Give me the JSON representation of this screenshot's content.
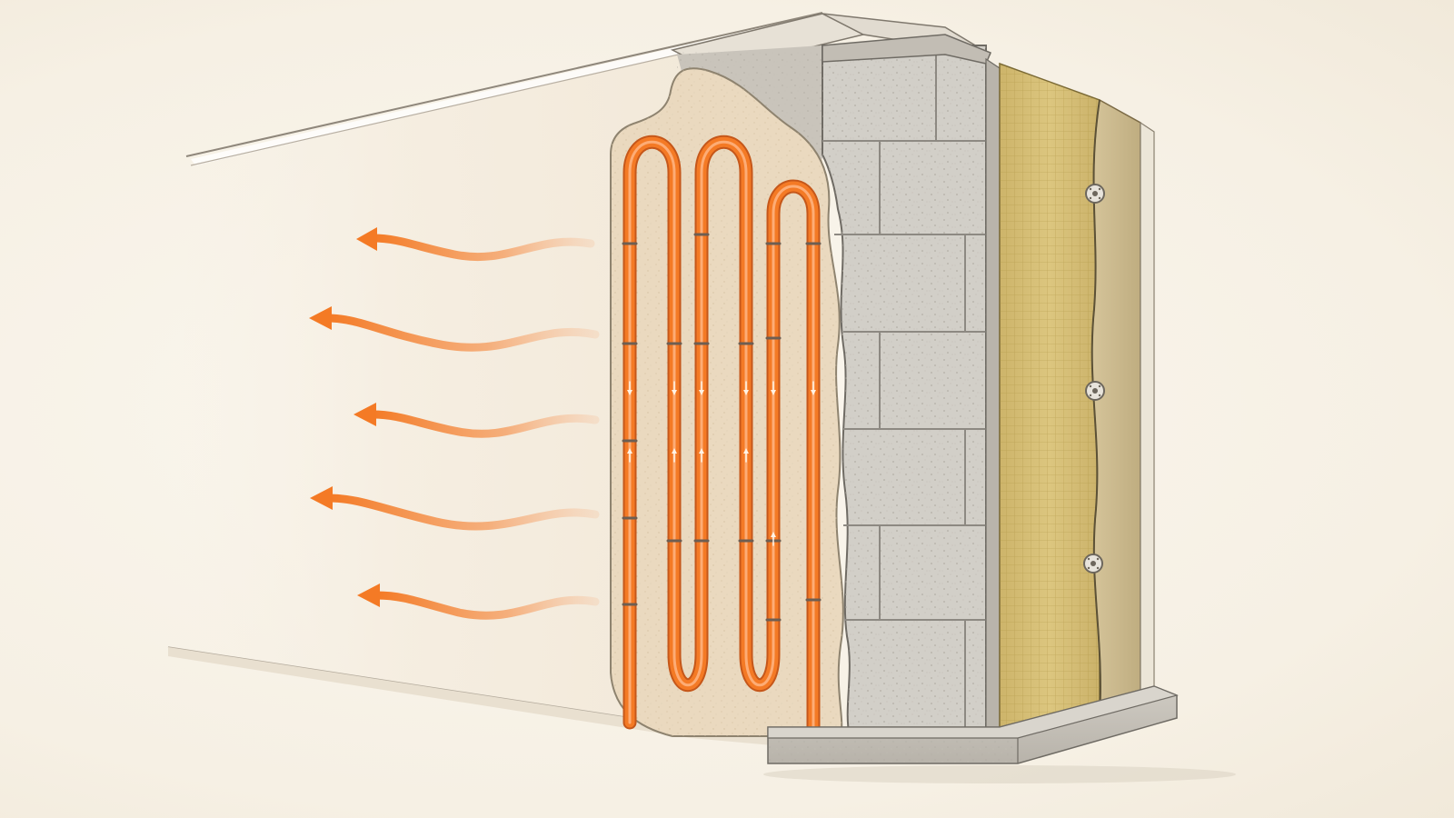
{
  "diagram": {
    "subject": "wall-heating-cutaway",
    "layers": [
      {
        "id": "interior-plaster-finish",
        "color": "#f3ebdd"
      },
      {
        "id": "heating-plaster-layer",
        "color": "#ead9bf"
      },
      {
        "id": "heating-pipe-loops",
        "color": "#f47a25",
        "loop_count": 3
      },
      {
        "id": "concrete-block-masonry",
        "color": "#d2cfc8"
      },
      {
        "id": "mineral-wool-insulation",
        "color": "#d8c27a"
      },
      {
        "id": "exterior-render",
        "color": "#c9b88a"
      }
    ],
    "heat_arrows": {
      "count": 5,
      "direction": "left",
      "color": "#f47a25"
    },
    "insulation_anchors": {
      "count": 3
    }
  },
  "icons": [
    "heat-wave-arrow-icon",
    "insulation-anchor-icon",
    "flow-direction-arrow-icon"
  ]
}
